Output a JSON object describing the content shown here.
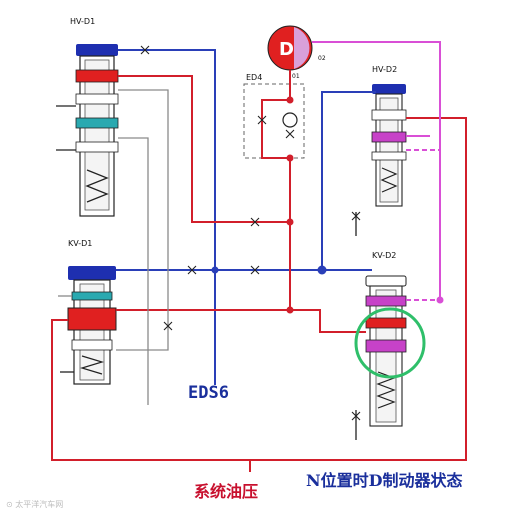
{
  "labels": {
    "hv_d1": "HV-D1",
    "kv_d1": "KV-D1",
    "hv_d2": "HV-D2",
    "kv_d2": "KV-D2",
    "ed4": "ED4",
    "eds6": "EDS6",
    "d_letter": "D",
    "d_port_01": "01",
    "d_port_02": "02"
  },
  "captions": {
    "system_pressure": "系统油压",
    "n_position_state": "N位置时D制动器状态"
  },
  "watermark": "⊙ 太平洋汽车网",
  "colors": {
    "red_line": "#d21f2b",
    "blue_line": "#2a3fb8",
    "magenta_line": "#d94fd6",
    "gray_line": "#8a8a8a",
    "dark_line": "#222222",
    "spool_blue": "#1e2fb0",
    "spool_red": "#e02020",
    "spool_magenta": "#c742c8",
    "spool_cyan": "#2aa9b0",
    "highlight_green": "#2fbf6a"
  }
}
